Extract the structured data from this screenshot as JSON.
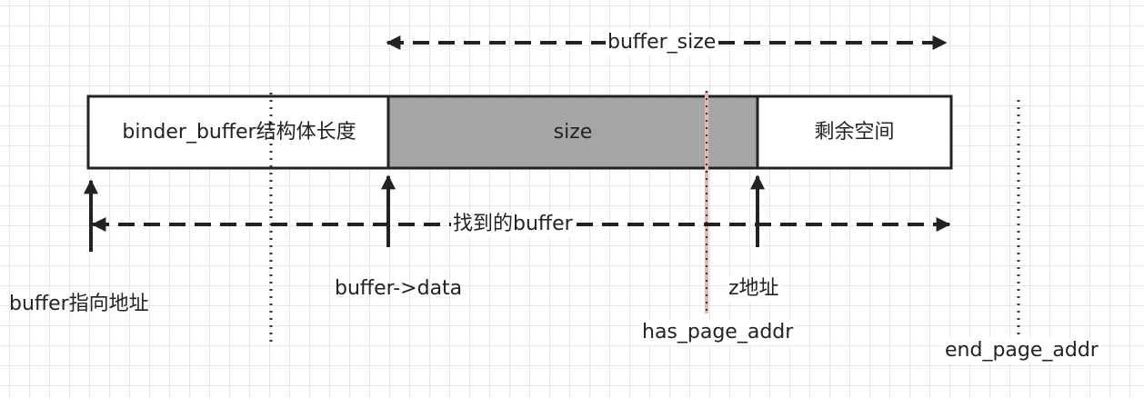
{
  "diagram": {
    "top_span_label": "buffer_size",
    "boxes": {
      "header": "binder_buffer结构体长度",
      "data": "size",
      "remaining": "剩余空间"
    },
    "bottom_span_label": "找到的buffer",
    "pointers": {
      "buffer_ptr": "buffer指向地址",
      "buffer_data": "buffer->data",
      "z_addr": "z地址",
      "has_page_addr": "has_page_addr",
      "end_page_addr": "end_page_addr"
    }
  },
  "colors": {
    "data_fill": "#a6a6a6",
    "stroke": "#222222",
    "grid": "#e6e6e6",
    "has_page_marker": "#e8b4b4"
  }
}
